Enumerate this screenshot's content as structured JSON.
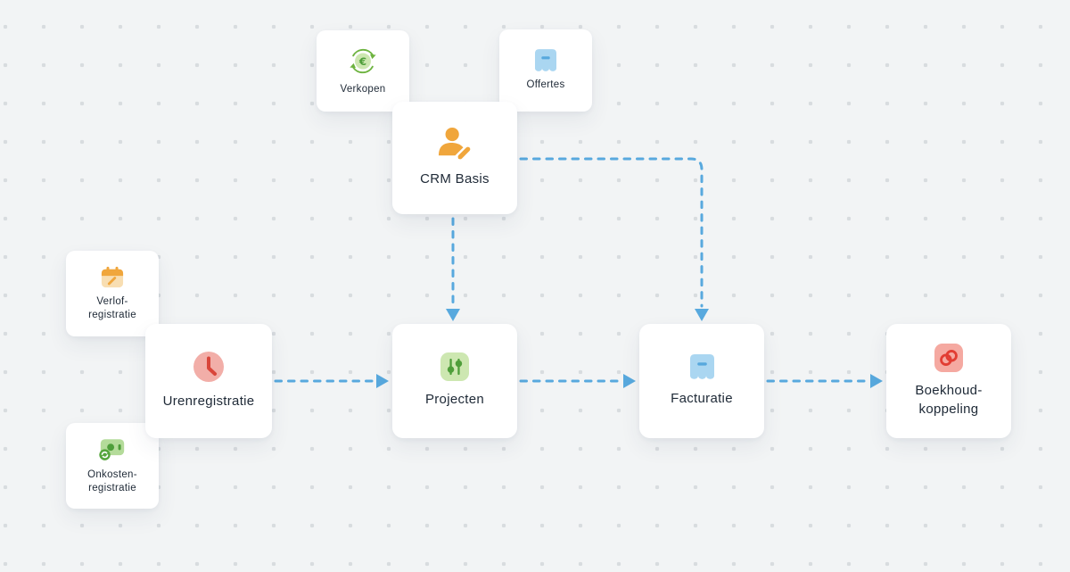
{
  "colors": {
    "background": "#f2f4f5",
    "dot": "#d8dcdf",
    "card": "#ffffff",
    "text": "#202b38",
    "arrow": "#58a9de",
    "blue": "#57a8dd",
    "blue_light": "#aad6f1",
    "green": "#6db33f",
    "green_light": "#cde7b1",
    "green_dark": "#4e9e3a",
    "note_green": "#b4db9a",
    "badge_green": "#56a53d",
    "orange": "#f0a63c",
    "orange_light": "#f8deb2",
    "red": "#d9453a",
    "red_light": "#f2aea8",
    "pink_light": "#f5a9a1",
    "link_red": "#e23d33"
  },
  "nodes": {
    "verkopen": {
      "label": "Verkopen",
      "icon": "sales-euro-cycle-icon"
    },
    "offertes": {
      "label": "Offertes",
      "icon": "quote-receipt-icon"
    },
    "crm": {
      "label": "CRM Basis",
      "icon": "crm-user-edit-icon"
    },
    "verlof": {
      "label": "Verlof-\nregistratie",
      "icon": "leave-calendar-icon"
    },
    "uren": {
      "label": "Urenregistratie",
      "icon": "time-clock-icon"
    },
    "onkosten": {
      "label": "Onkosten-\nregistratie",
      "icon": "expense-money-icon"
    },
    "projecten": {
      "label": "Projecten",
      "icon": "project-sliders-icon"
    },
    "facturatie": {
      "label": "Facturatie",
      "icon": "invoice-receipt-icon"
    },
    "boekhoud": {
      "label": "Boekhoud-\nkoppeling",
      "icon": "accounting-link-icon"
    }
  },
  "connections": [
    {
      "from": "crm",
      "to": "projecten",
      "style": "dashed-arrow"
    },
    {
      "from": "crm",
      "to": "facturatie",
      "style": "dashed-arrow"
    },
    {
      "from": "uren",
      "to": "projecten",
      "style": "dashed-arrow"
    },
    {
      "from": "projecten",
      "to": "facturatie",
      "style": "dashed-arrow"
    },
    {
      "from": "facturatie",
      "to": "boekhoud",
      "style": "dashed-arrow"
    }
  ]
}
